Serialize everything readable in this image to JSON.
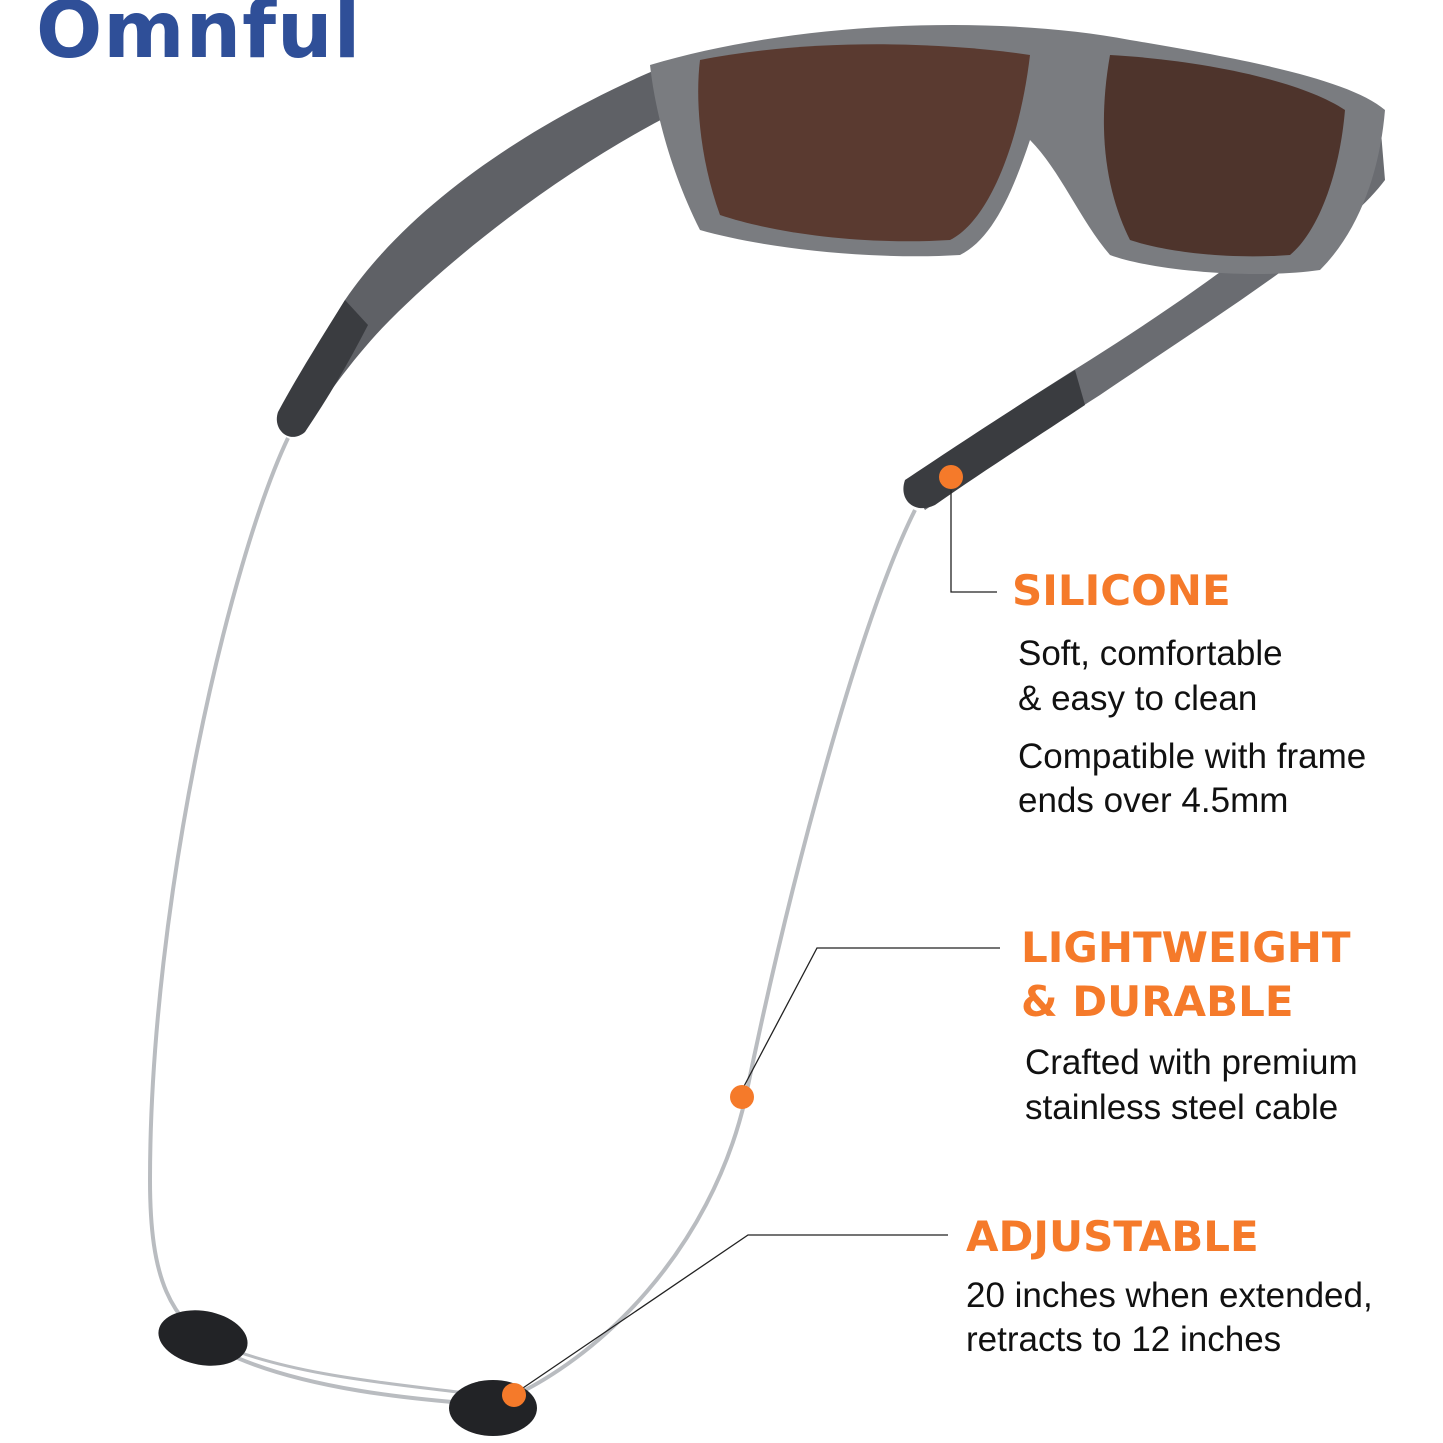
{
  "brand": {
    "logo": "Omnful",
    "color": "#2f4f98"
  },
  "accent_color": "#f57a2a",
  "product_image": {
    "subject": "sunglasses-with-retainer-cord"
  },
  "features": [
    {
      "title": [
        "SILICONE"
      ],
      "lines": [
        "Soft, comfortable",
        "& easy to clean",
        "Compatible with frame",
        "ends over 4.5mm"
      ]
    },
    {
      "title": [
        "LIGHTWEIGHT",
        "& DURABLE"
      ],
      "lines": [
        "Crafted with premium",
        "stainless steel cable"
      ]
    },
    {
      "title": [
        "ADJUSTABLE"
      ],
      "lines": [
        "20 inches when extended,",
        "retracts to 12 inches"
      ]
    }
  ]
}
